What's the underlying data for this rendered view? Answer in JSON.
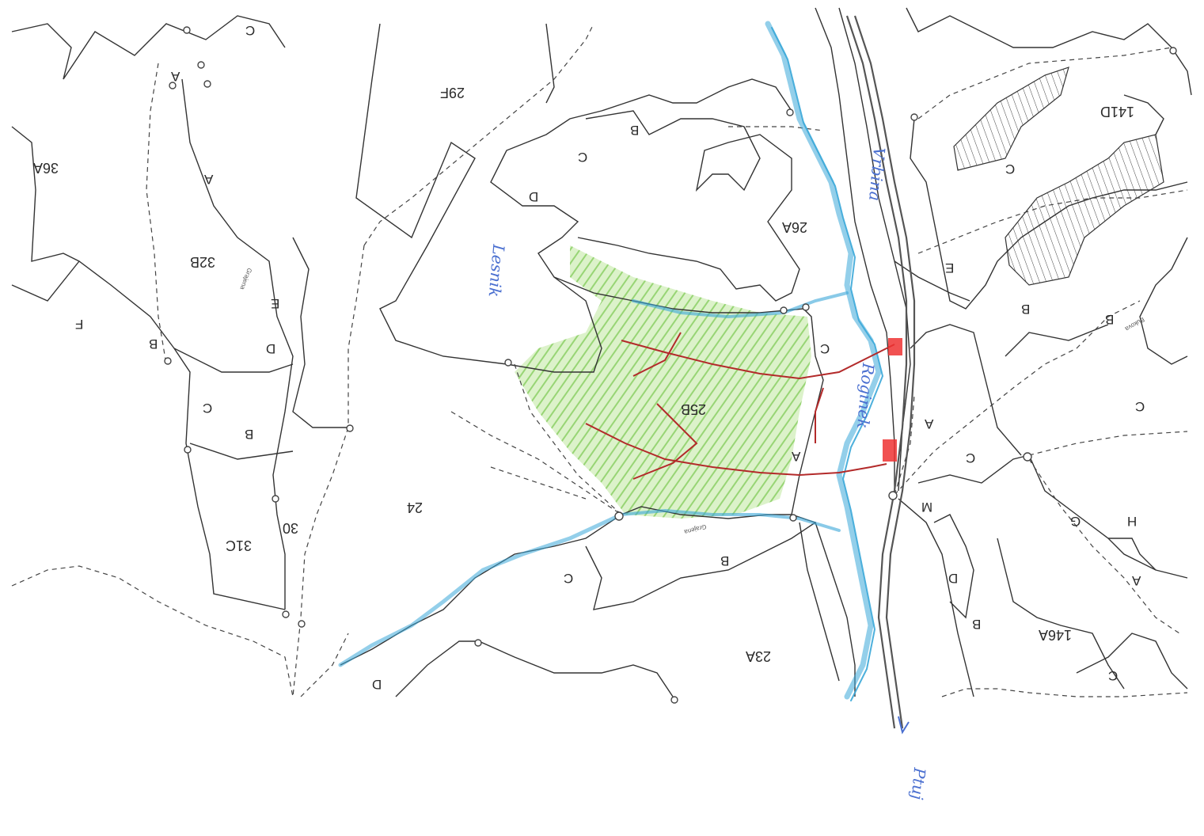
{
  "map": {
    "compartments": [
      "36A",
      "32B",
      "31C",
      "30",
      "29F",
      "24",
      "26A",
      "25B",
      "23A",
      "141D",
      "146A"
    ],
    "subcompartments": [
      "F",
      "B",
      "C",
      "B",
      "D",
      "E",
      "A",
      "C",
      "D",
      "B",
      "C",
      "A",
      "C",
      "B",
      "C",
      "D",
      "E",
      "B",
      "B",
      "C",
      "A",
      "C",
      "M",
      "G",
      "H",
      "A",
      "D",
      "B",
      "C",
      "C",
      "A"
    ],
    "handwritten": [
      "Lesnik",
      "Roginek",
      "Vrbina",
      "Ptuj"
    ],
    "small_labels": [
      "Grajena",
      "Grajena",
      "Bukova"
    ],
    "colors": {
      "outline": "#333333",
      "river": "#3aa7d8",
      "shaded_area": "#9ad66f",
      "drainage": "#b32a2a",
      "marker": "#ee3333",
      "handwriting": "#4a6fd0"
    }
  }
}
